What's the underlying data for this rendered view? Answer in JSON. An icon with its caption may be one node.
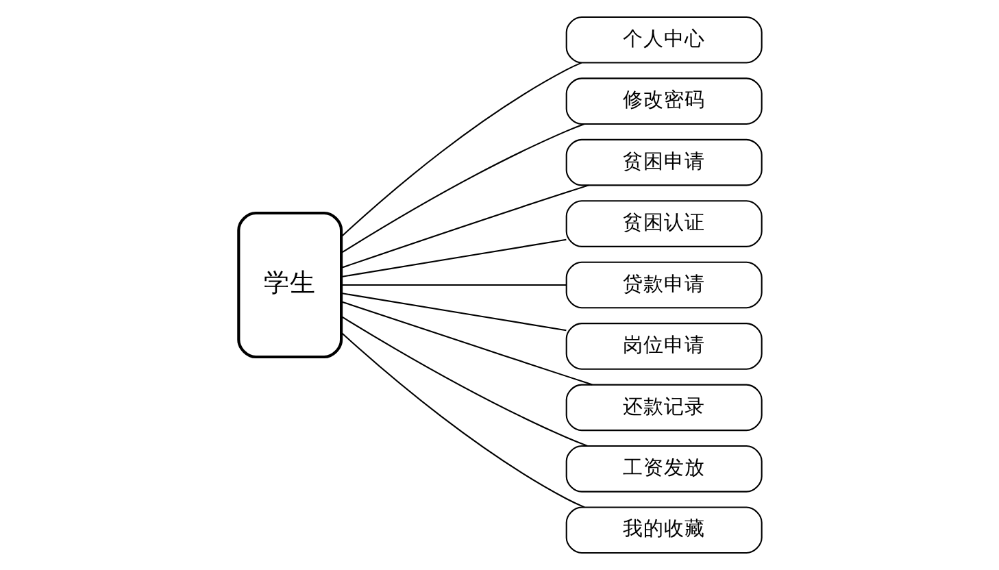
{
  "diagram": {
    "nodes": [
      {
        "text": [
          "学生"
        ]
      },
      {
        "text": [
          "个人中心"
        ]
      },
      {
        "text": [
          "修改密码"
        ]
      },
      {
        "text": [
          "贫困申请"
        ]
      },
      {
        "text": [
          "贫困认证"
        ]
      },
      {
        "text": [
          "贷款申请"
        ]
      },
      {
        "text": [
          "岗位申请"
        ]
      },
      {
        "text": [
          "还款记录"
        ]
      },
      {
        "text": [
          "工资发放"
        ]
      },
      {
        "text": [
          "我的收藏"
        ]
      }
    ],
    "edges": [
      {
        "from": 0,
        "to": 1,
        "arrow": "none"
      },
      {
        "from": 0,
        "to": 2,
        "arrow": "none"
      },
      {
        "from": 0,
        "to": 3,
        "arrow": "none"
      },
      {
        "from": 0,
        "to": 4,
        "arrow": "none"
      },
      {
        "from": 0,
        "to": 5,
        "arrow": "none"
      },
      {
        "from": 0,
        "to": 6,
        "arrow": "none"
      },
      {
        "from": 0,
        "to": 7,
        "arrow": "none"
      },
      {
        "from": 0,
        "to": 8,
        "arrow": "none"
      },
      {
        "from": 0,
        "to": 9,
        "arrow": "none"
      }
    ]
  }
}
